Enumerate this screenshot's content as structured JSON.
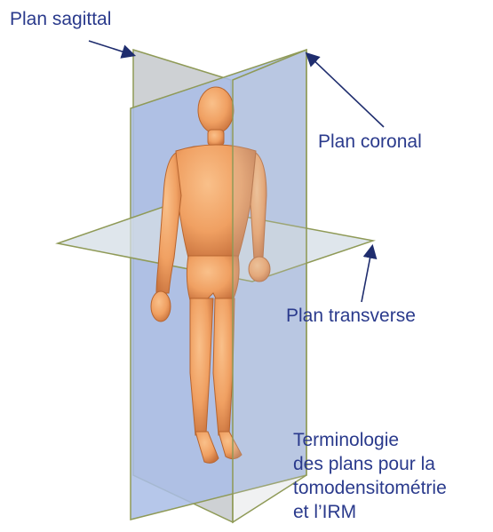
{
  "labels": {
    "sagittal": "Plan sagittal",
    "coronal": "Plan coronal",
    "transverse": "Plan transverse"
  },
  "caption_lines": [
    "Terminologie",
    "des plans pour la",
    "tomodensitométrie",
    "et l’IRM"
  ],
  "colors": {
    "label_text": "#2a3a8c",
    "arrow": "#1f2d6e",
    "plane_gray": "#b9bec3",
    "plane_blue": "#a9bde6",
    "plane_edge": "#8f9a57",
    "skin": "#f0a062"
  }
}
